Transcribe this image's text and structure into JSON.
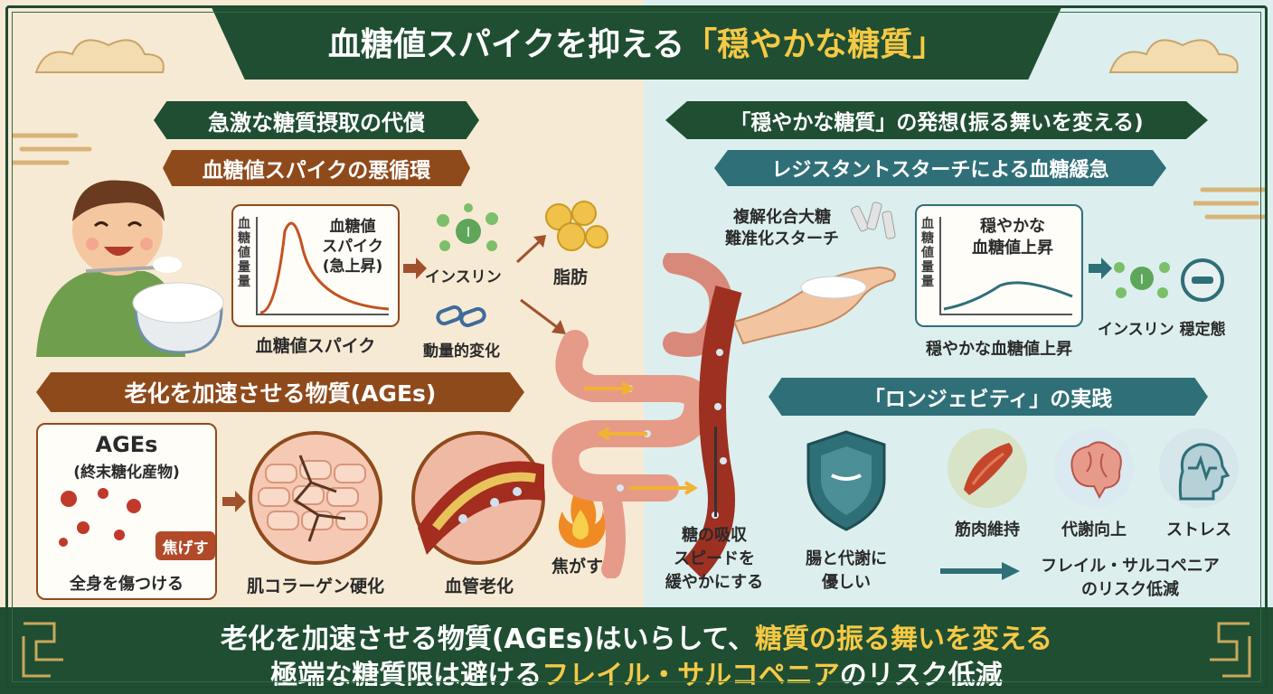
{
  "header": {
    "title_main": "血糖値スパイクを抑える",
    "title_highlight": "「穏やかな糖質」"
  },
  "left": {
    "section1_title": "急激な糖質摂取の代償",
    "section1_sub": "血糖値スパイクの悪循環",
    "spike_chart": {
      "y_label": "血糖値量量",
      "label_line1": "血糖値",
      "label_line2": "スパイク",
      "label_line3": "(急上昇)",
      "caption": "血糖値スパイク"
    },
    "insulin_label": "インスリン",
    "fat_label": "脂肪",
    "change_label": "動量的変化",
    "section2_title": "老化を加速させる物質(AGEs)",
    "ages_card": {
      "title": "AGEs",
      "subtitle": "(終末糖化産物)",
      "burn_badge": "焦げす",
      "caption": "全身を傷つける"
    },
    "skin_caption": "肌コラーゲン硬化",
    "vessel_caption": "血管老化",
    "fire_caption": "焦がす"
  },
  "right": {
    "section1_title": "「穏やかな糖質」の発想(振る舞いを変える)",
    "section1_sub": "レジスタントスターチによる血糖緩急",
    "hand_label_line1": "複解化合大糖",
    "hand_label_line2": "難准化スターチ",
    "gentle_chart": {
      "y_label": "血糖値量量",
      "label_line1": "穏やかな",
      "label_line2": "血糖値上昇",
      "caption": "穏やかな血糖値上昇"
    },
    "insulin_stable": "インスリン 穏定態",
    "absorb_line1": "糖の吸収",
    "absorb_line2": "スピードを",
    "absorb_line3": "緩やかにする",
    "section2_title": "「ロンジェビティ」の実践",
    "shield_line1": "腸と代謝に",
    "shield_line2": "優しい",
    "muscle_label": "筋肉維持",
    "brain_label": "代謝向上",
    "stress_label": "ストレス",
    "result_line1": "フレイル・サルコペニア",
    "result_line2": "のリスク低減"
  },
  "footer": {
    "line1_a": "老化を加速させる物質(AGEs)はいらして、",
    "line1_b": "糖質の振る舞いを変える",
    "line2_a": "極端な糖質限は避ける",
    "line2_b": "フレイル・サルコペニア",
    "line2_c": "のリスク低減"
  },
  "colors": {
    "dark_green": "#1f4e33",
    "brown": "#8f4a1c",
    "teal": "#2f6f78",
    "gold": "#f6c945"
  }
}
